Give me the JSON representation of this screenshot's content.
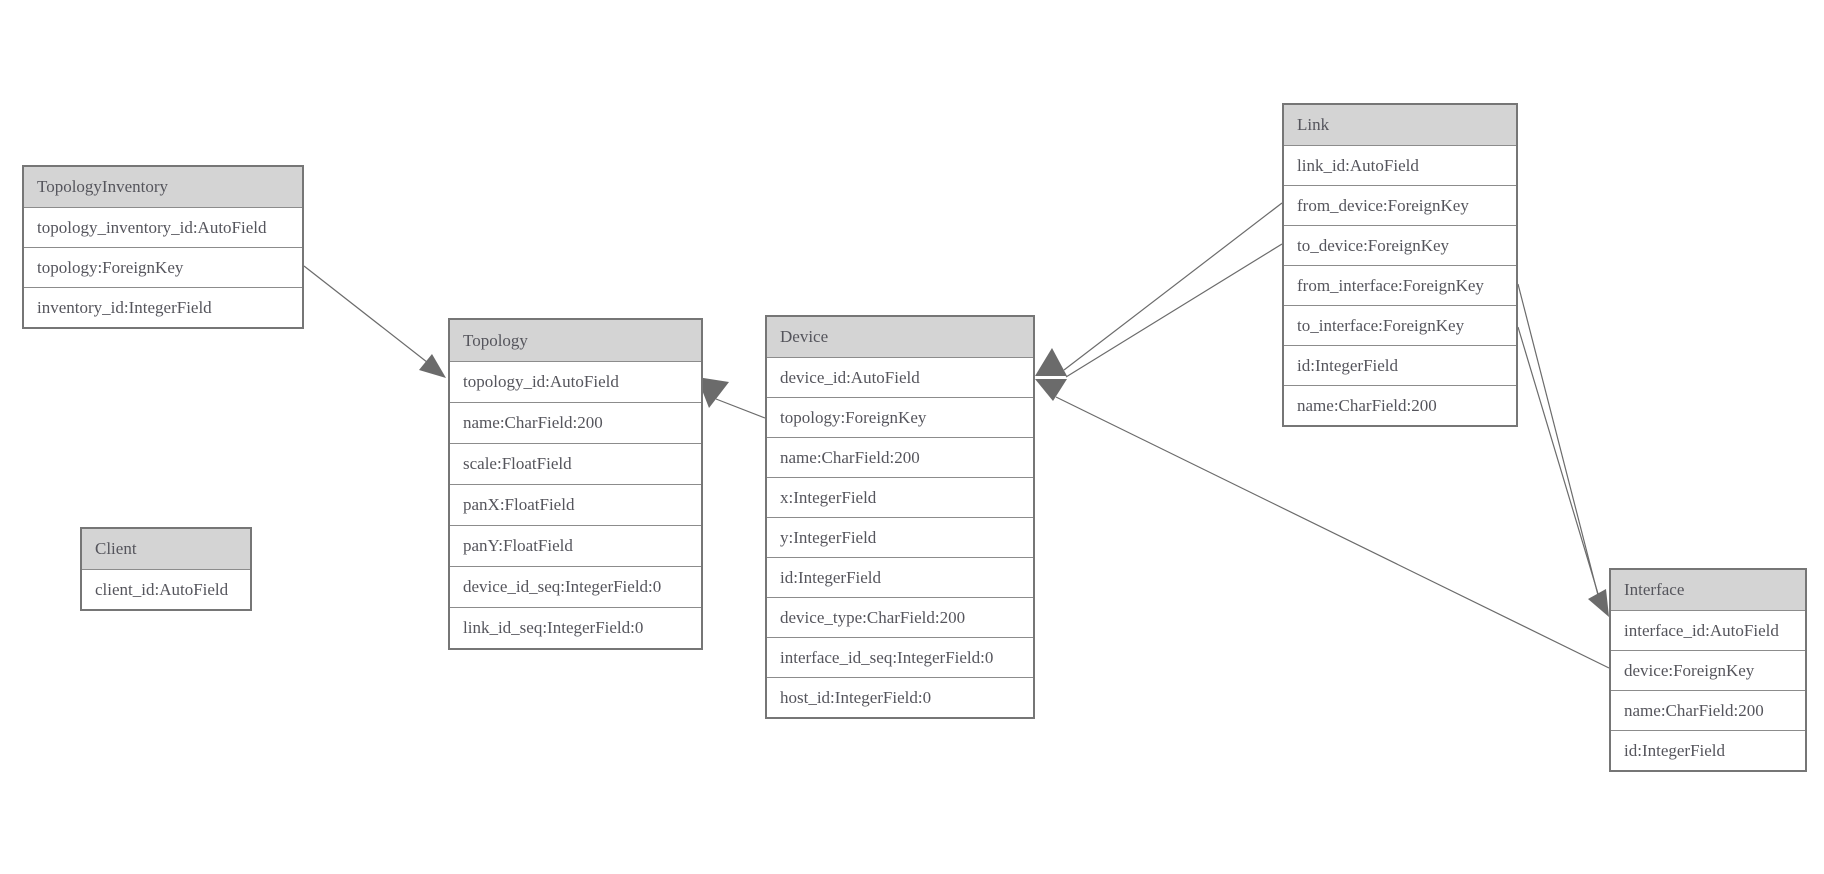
{
  "diagram": {
    "background_color": "#ffffff",
    "colors": {
      "entity_header_fill": "#d4d4d4",
      "entity_border": "#767676",
      "row_separator": "#8c8c8c",
      "text": "#55555c",
      "connector": "#6b6b6b"
    },
    "entities": [
      {
        "name": "TopologyInventory",
        "fields": [
          "topology_inventory_id:AutoField",
          "topology:ForeignKey",
          "inventory_id:IntegerField"
        ]
      },
      {
        "name": "Topology",
        "fields": [
          "topology_id:AutoField",
          "name:CharField:200",
          "scale:FloatField",
          "panX:FloatField",
          "panY:FloatField",
          "device_id_seq:IntegerField:0",
          "link_id_seq:IntegerField:0"
        ]
      },
      {
        "name": "Client",
        "fields": [
          "client_id:AutoField"
        ]
      },
      {
        "name": "Device",
        "fields": [
          "device_id:AutoField",
          "topology:ForeignKey",
          "name:CharField:200",
          "x:IntegerField",
          "y:IntegerField",
          "id:IntegerField",
          "device_type:CharField:200",
          "interface_id_seq:IntegerField:0",
          "host_id:IntegerField:0"
        ]
      },
      {
        "name": "Link",
        "fields": [
          "link_id:AutoField",
          "from_device:ForeignKey",
          "to_device:ForeignKey",
          "from_interface:ForeignKey",
          "to_interface:ForeignKey",
          "id:IntegerField",
          "name:CharField:200"
        ]
      },
      {
        "name": "Interface",
        "fields": [
          "interface_id:AutoField",
          "device:ForeignKey",
          "name:CharField:200",
          "id:IntegerField"
        ]
      }
    ],
    "relations": [
      {
        "from": "TopologyInventory.topology",
        "to": "Topology.topology_id"
      },
      {
        "from": "Device.topology",
        "to": "Topology.topology_id"
      },
      {
        "from": "Link.from_device",
        "to": "Device.device_id"
      },
      {
        "from": "Link.to_device",
        "to": "Device.device_id"
      },
      {
        "from": "Link.from_interface",
        "to": "Interface.interface_id"
      },
      {
        "from": "Link.to_interface",
        "to": "Interface.interface_id"
      },
      {
        "from": "Interface.device",
        "to": "Device.device_id"
      }
    ]
  }
}
